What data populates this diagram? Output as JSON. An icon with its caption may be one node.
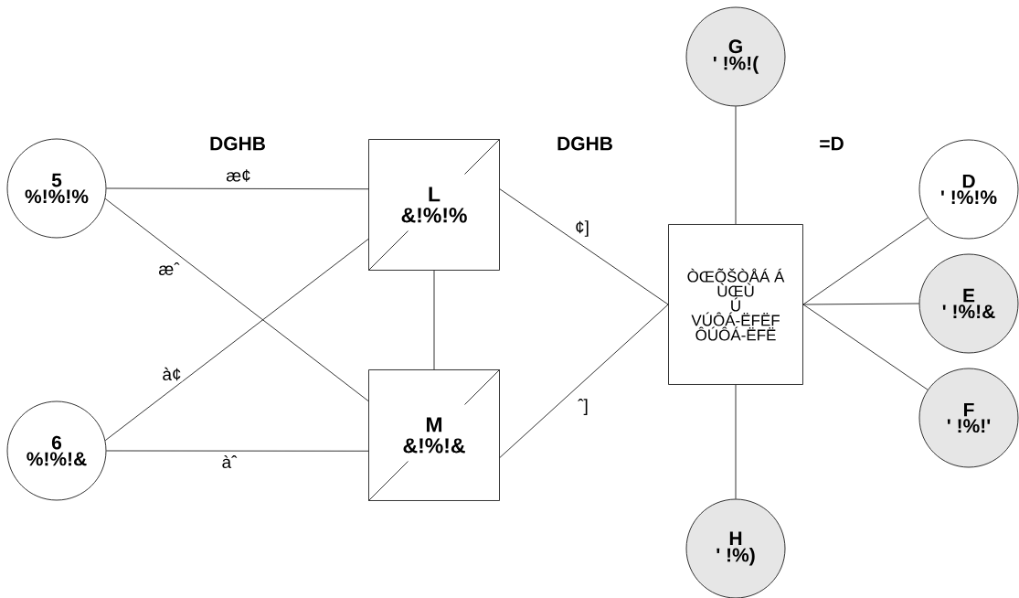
{
  "diagram": {
    "nodes": [
      {
        "text": [
          "5",
          "%!%!%"
        ]
      },
      {
        "text": [
          "6",
          "%!%!&"
        ]
      },
      {
        "text": [
          "L",
          "&!%!%"
        ]
      },
      {
        "text": [
          "M",
          "&!%!&"
        ]
      },
      {
        "text": [
          "ÒŒÕŠÒÅÁ Á",
          "ÙŒÙ",
          "Ú",
          "VÚÔÁ-ËFËF",
          "ÔÚÔÁ-ËFË"
        ]
      },
      {
        "text": [
          "G",
          "' !%!("
        ]
      },
      {
        "text": [
          "D",
          "' !%!%"
        ]
      },
      {
        "text": [
          "E",
          "' !%!&"
        ]
      },
      {
        "text": [
          "F",
          "' !%!'"
        ]
      },
      {
        "text": [
          "H",
          "' !%)"
        ]
      }
    ],
    "edges": [
      {
        "from": 0,
        "to": 2,
        "arrow": "none",
        "label": "æ¢"
      },
      {
        "from": 0,
        "to": 3,
        "arrow": "none",
        "label": "æˆ"
      },
      {
        "from": 1,
        "to": 2,
        "arrow": "none",
        "label": "à¢"
      },
      {
        "from": 1,
        "to": 3,
        "arrow": "none",
        "label": "àˆ"
      },
      {
        "from": 2,
        "to": 3,
        "arrow": "none"
      },
      {
        "from": 2,
        "to": 4,
        "arrow": "none",
        "label": "¢]"
      },
      {
        "from": 3,
        "to": 4,
        "arrow": "none",
        "label": "ˆ]"
      },
      {
        "from": 5,
        "to": 4,
        "arrow": "none"
      },
      {
        "from": 4,
        "to": 9,
        "arrow": "none"
      },
      {
        "from": 4,
        "to": 6,
        "arrow": "none"
      },
      {
        "from": 4,
        "to": 7,
        "arrow": "none"
      },
      {
        "from": 4,
        "to": 8,
        "arrow": "none"
      }
    ],
    "labels": [
      "DGHB",
      "DGHB",
      "=D"
    ]
  }
}
